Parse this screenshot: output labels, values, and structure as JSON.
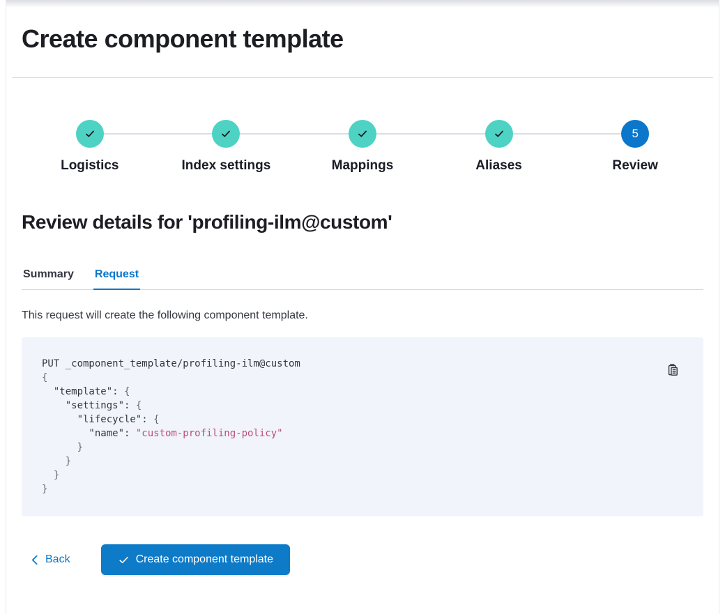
{
  "page": {
    "title": "Create component template"
  },
  "stepper": {
    "steps": [
      {
        "label": "Logistics",
        "status": "complete"
      },
      {
        "label": "Index settings",
        "status": "complete"
      },
      {
        "label": "Mappings",
        "status": "complete"
      },
      {
        "label": "Aliases",
        "status": "complete"
      },
      {
        "label": "Review",
        "status": "current",
        "number": "5"
      }
    ]
  },
  "review": {
    "heading": "Review details for 'profiling-ilm@custom'",
    "tabs": {
      "summary": "Summary",
      "request": "Request",
      "active_tab": "Request"
    },
    "description": "This request will create the following component template."
  },
  "code": {
    "copy_icon": "clipboard-icon",
    "lines": [
      [
        {
          "t": "PUT _component_template/profiling-ilm@custom",
          "c": "d"
        }
      ],
      [
        {
          "t": "{",
          "c": "p"
        }
      ],
      [
        {
          "t": "  \"template\": ",
          "c": "d"
        },
        {
          "t": "{",
          "c": "p"
        }
      ],
      [
        {
          "t": "    \"settings\": ",
          "c": "d"
        },
        {
          "t": "{",
          "c": "p"
        }
      ],
      [
        {
          "t": "      \"lifecycle\": ",
          "c": "d"
        },
        {
          "t": "{",
          "c": "p"
        }
      ],
      [
        {
          "t": "        \"name\": ",
          "c": "d"
        },
        {
          "t": "\"custom-profiling-policy\"",
          "c": "s"
        }
      ],
      [
        {
          "t": "      }",
          "c": "p"
        }
      ],
      [
        {
          "t": "    }",
          "c": "p"
        }
      ],
      [
        {
          "t": "  }",
          "c": "p"
        }
      ],
      [
        {
          "t": "}",
          "c": "p"
        }
      ]
    ]
  },
  "footer": {
    "back_label": "Back",
    "create_label": "Create component template"
  },
  "colors": {
    "primary_blue": "#0b77cc",
    "button_blue": "#0e7bc9",
    "step_complete_teal": "#4dd2c4",
    "code_background": "#f1f4fa",
    "code_string": "#bd4c7f",
    "divider": "#d3dae6"
  }
}
